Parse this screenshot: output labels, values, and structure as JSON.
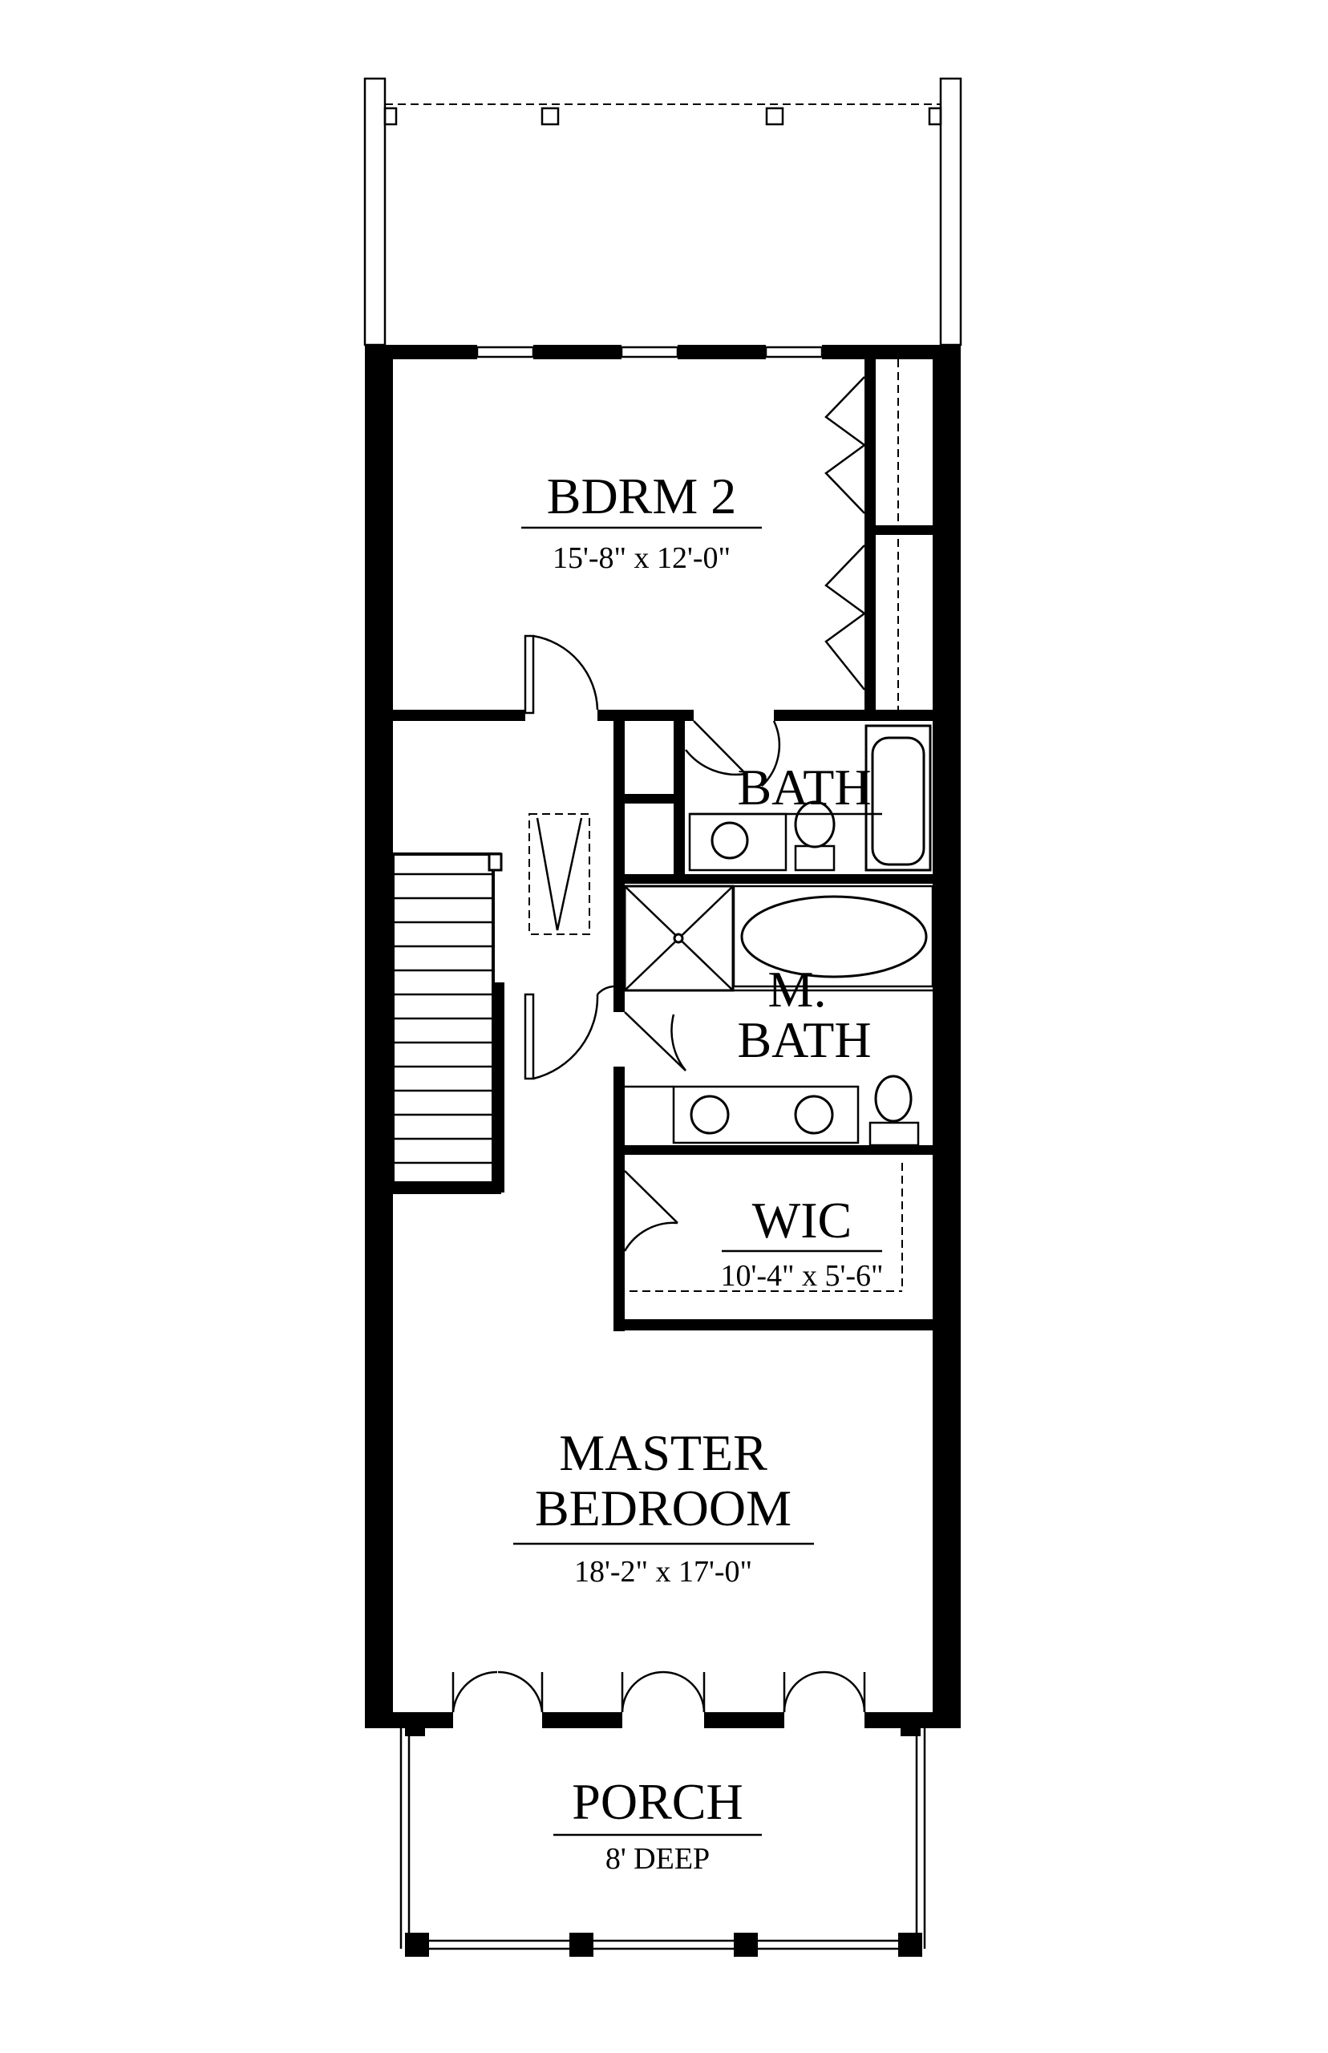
{
  "rooms": {
    "bdrm2": {
      "name": "BDRM 2",
      "size": "15'-8\" x 12'-0\""
    },
    "bath": {
      "name": "BATH"
    },
    "mbath": {
      "name_line1": "M.",
      "name_line2": "BATH"
    },
    "wic": {
      "name": "WIC",
      "size": "10'-4\" x 5'-6\""
    },
    "master": {
      "name_line1": "MASTER",
      "name_line2": "BEDROOM",
      "size": "18'-2\" x 17'-0\""
    },
    "porch": {
      "name": "PORCH",
      "size": "8' DEEP"
    }
  },
  "colors": {
    "wall": "#000000",
    "background": "#ffffff"
  }
}
